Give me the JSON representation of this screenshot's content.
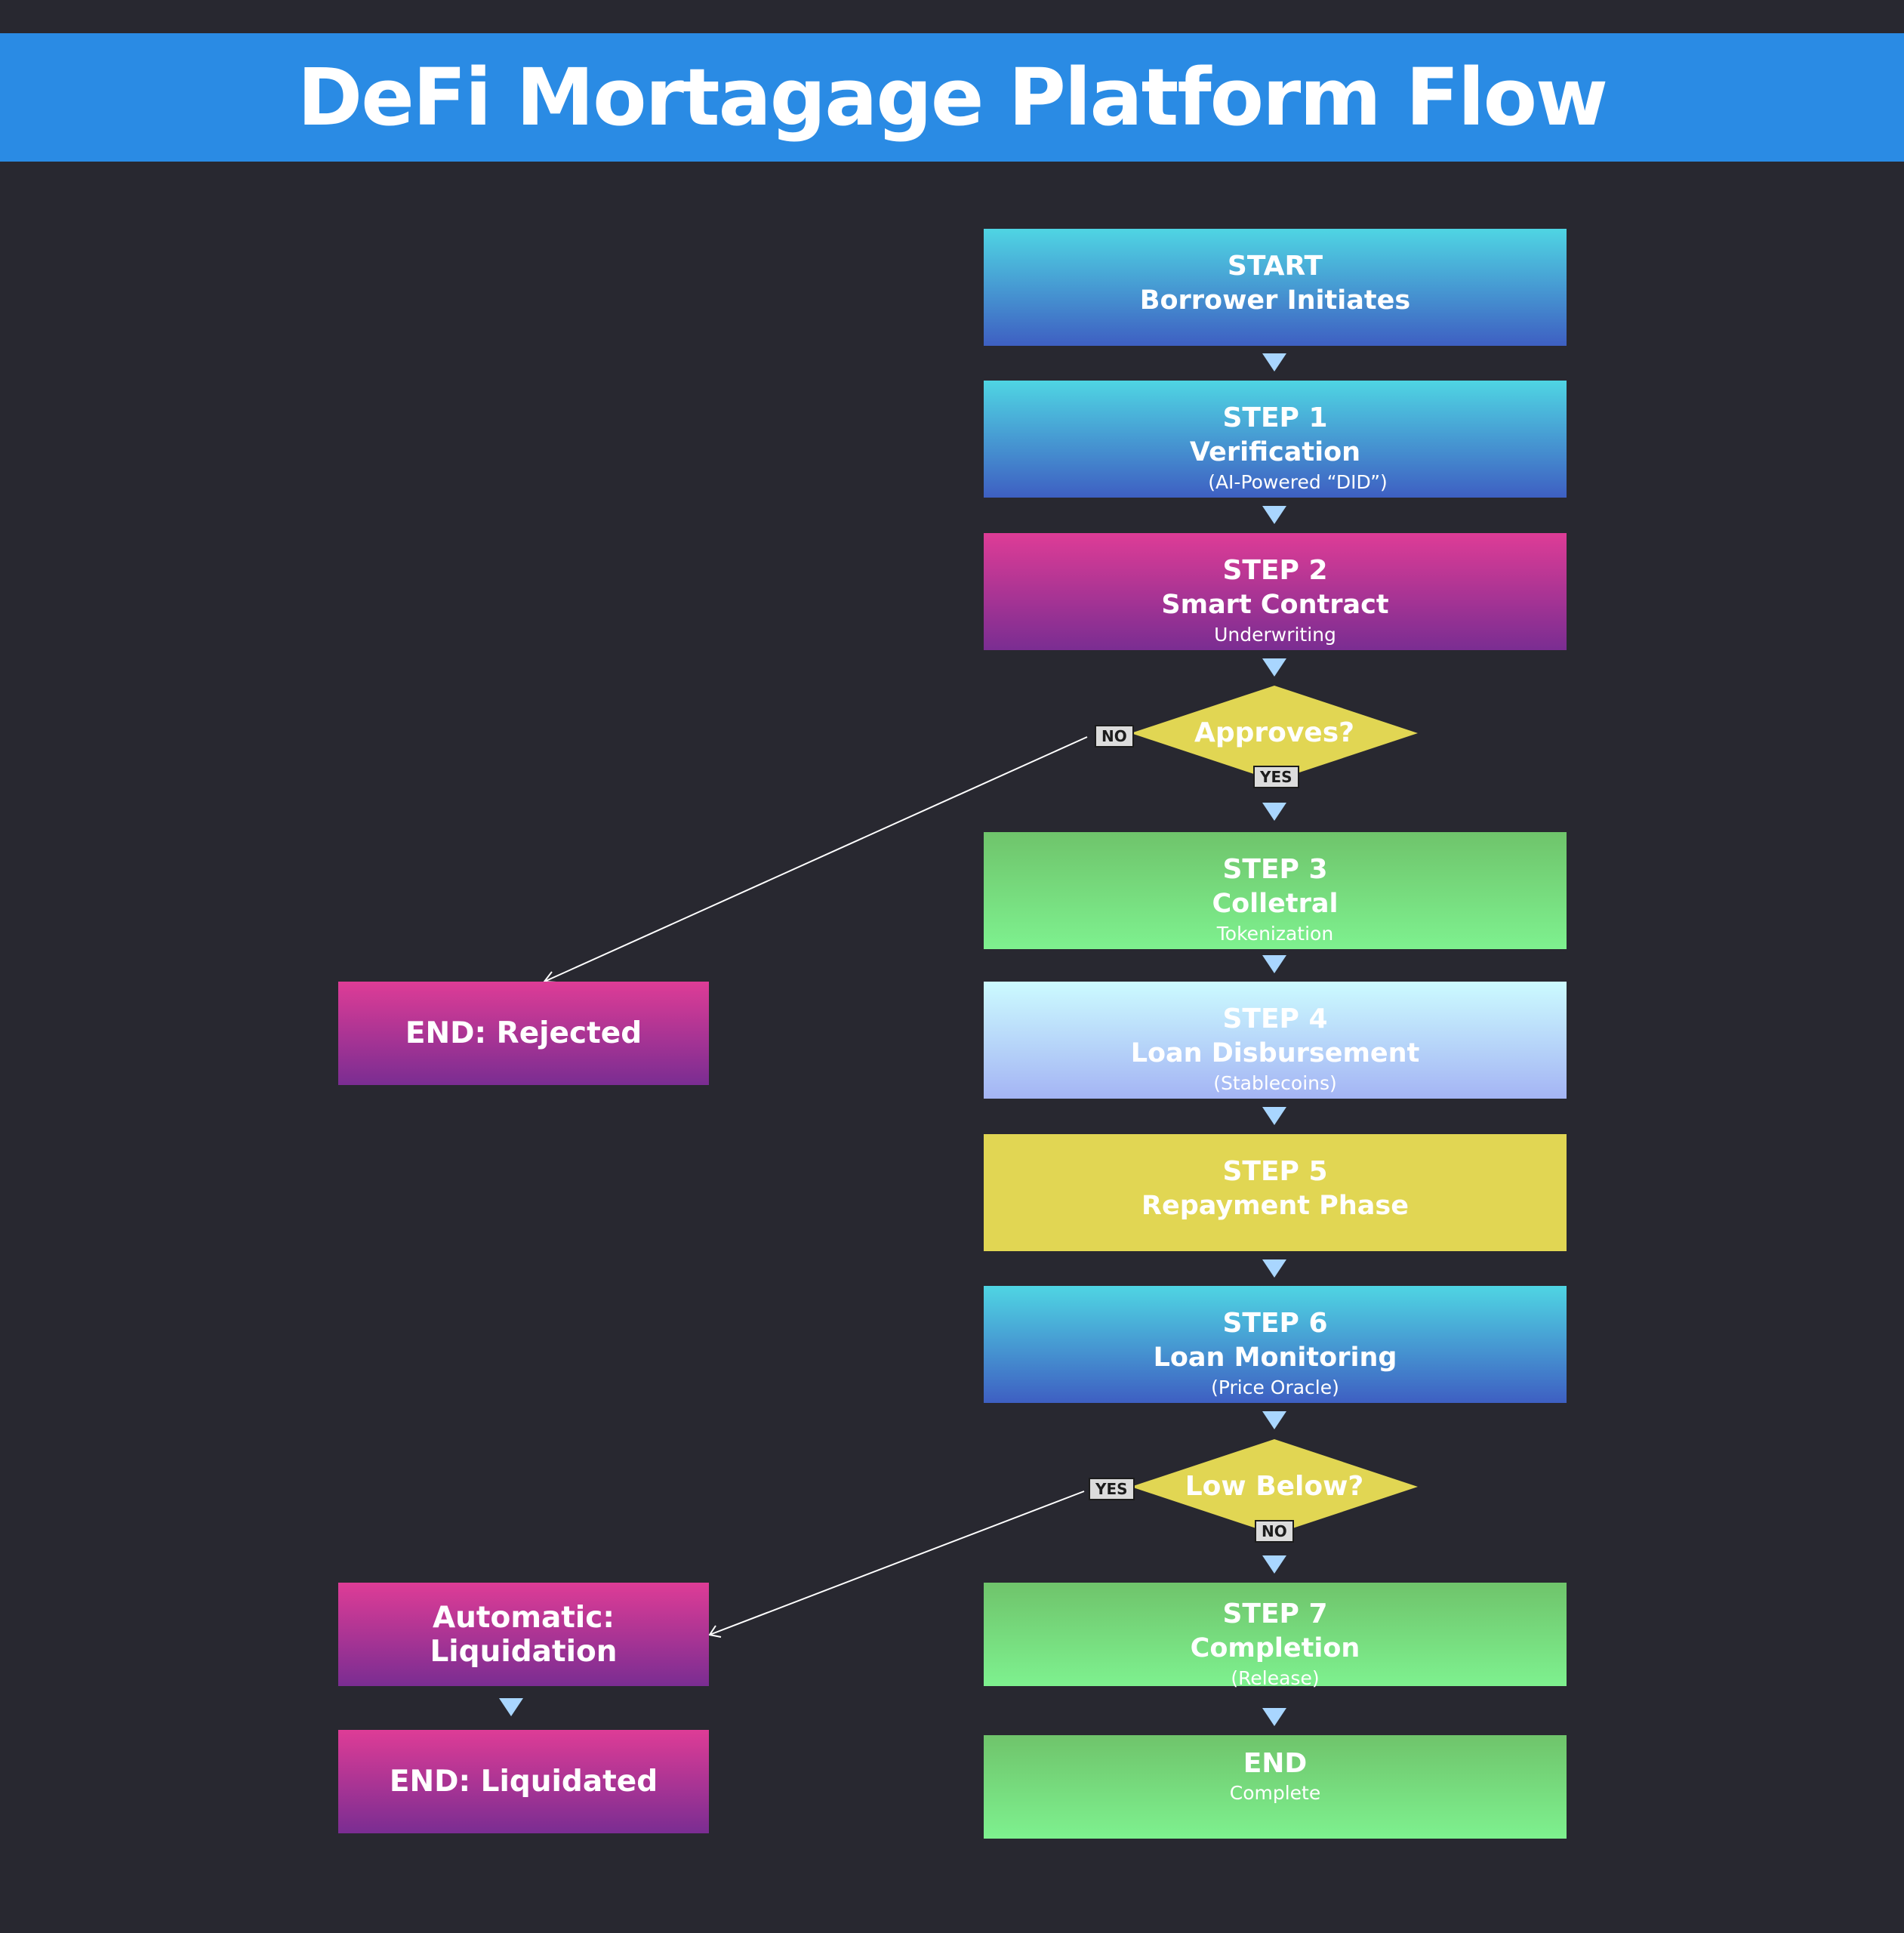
{
  "title": "DeFi Mortagage Platform Flow",
  "steps": [
    {
      "label": "START",
      "title": "Borrower Initiates",
      "sub": ""
    },
    {
      "label": "STEP 1",
      "title": "Verification",
      "sub": "(AI-Powered “DID”)"
    },
    {
      "label": "STEP 2",
      "title": "Smart Contract",
      "sub": "Underwriting"
    },
    {
      "label": "STEP 3",
      "title": "Colletral",
      "sub": "Tokenization"
    },
    {
      "label": "STEP 4",
      "title": "Loan Disbursement",
      "sub": "(Stablecoins)"
    },
    {
      "label": "STEP 5",
      "title": "Repayment Phase",
      "sub": ""
    },
    {
      "label": "STEP 6",
      "title": "Loan Monitoring",
      "sub": "(Price Oracle)"
    },
    {
      "label": "STEP 7",
      "title": "Completion",
      "sub": "(Release)"
    },
    {
      "label": "END",
      "title": "",
      "sub": "Complete"
    }
  ],
  "decisions": [
    {
      "question": "Approves?",
      "yes": "YES",
      "no": "NO"
    },
    {
      "question": "Low Below?",
      "yes": "YES",
      "no": "NO"
    }
  ],
  "side_boxes": {
    "rejected": "END: Rejected",
    "liquidation": "Automatic: Liquidation",
    "liquidated": "END: Liquidated"
  },
  "colors": {
    "background": "#282830",
    "header": "#2a8be4",
    "diamond": "#e1d653",
    "arrow": "#a9d6ff"
  }
}
